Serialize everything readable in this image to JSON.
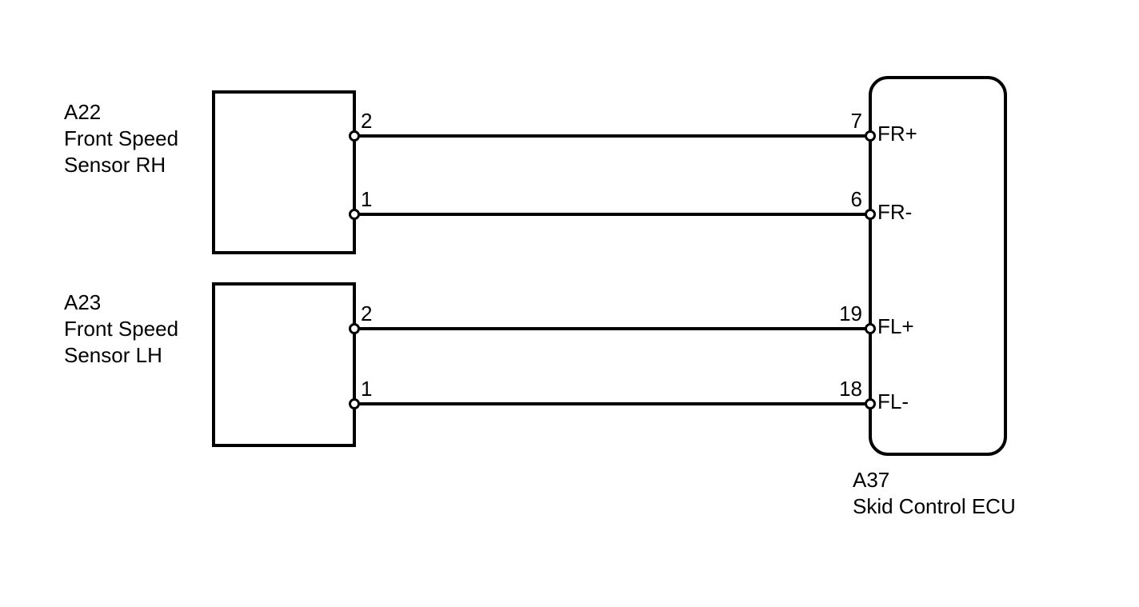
{
  "diagram": {
    "type": "wiring-diagram",
    "colors": {
      "stroke": "#000000",
      "background": "#ffffff"
    },
    "connectors": [
      {
        "code": "A22",
        "name_lines": [
          "Front Speed",
          "Sensor RH"
        ],
        "pins": [
          {
            "number": "2"
          },
          {
            "number": "1"
          }
        ]
      },
      {
        "code": "A23",
        "name_lines": [
          "Front Speed",
          "Sensor LH"
        ],
        "pins": [
          {
            "number": "2"
          },
          {
            "number": "1"
          }
        ]
      },
      {
        "code": "A37",
        "name_lines": [
          "Skid Control ECU"
        ],
        "pins": [
          {
            "number": "7",
            "label": "FR+"
          },
          {
            "number": "6",
            "label": "FR-"
          },
          {
            "number": "19",
            "label": "FL+"
          },
          {
            "number": "18",
            "label": "FL-"
          }
        ]
      }
    ],
    "wires": [
      {
        "from": "A22 pin 2",
        "to": "A37 pin 7",
        "signal": "FR+"
      },
      {
        "from": "A22 pin 1",
        "to": "A37 pin 6",
        "signal": "FR-"
      },
      {
        "from": "A23 pin 2",
        "to": "A37 pin 19",
        "signal": "FL+"
      },
      {
        "from": "A23 pin 1",
        "to": "A37 pin 18",
        "signal": "FL-"
      }
    ]
  }
}
